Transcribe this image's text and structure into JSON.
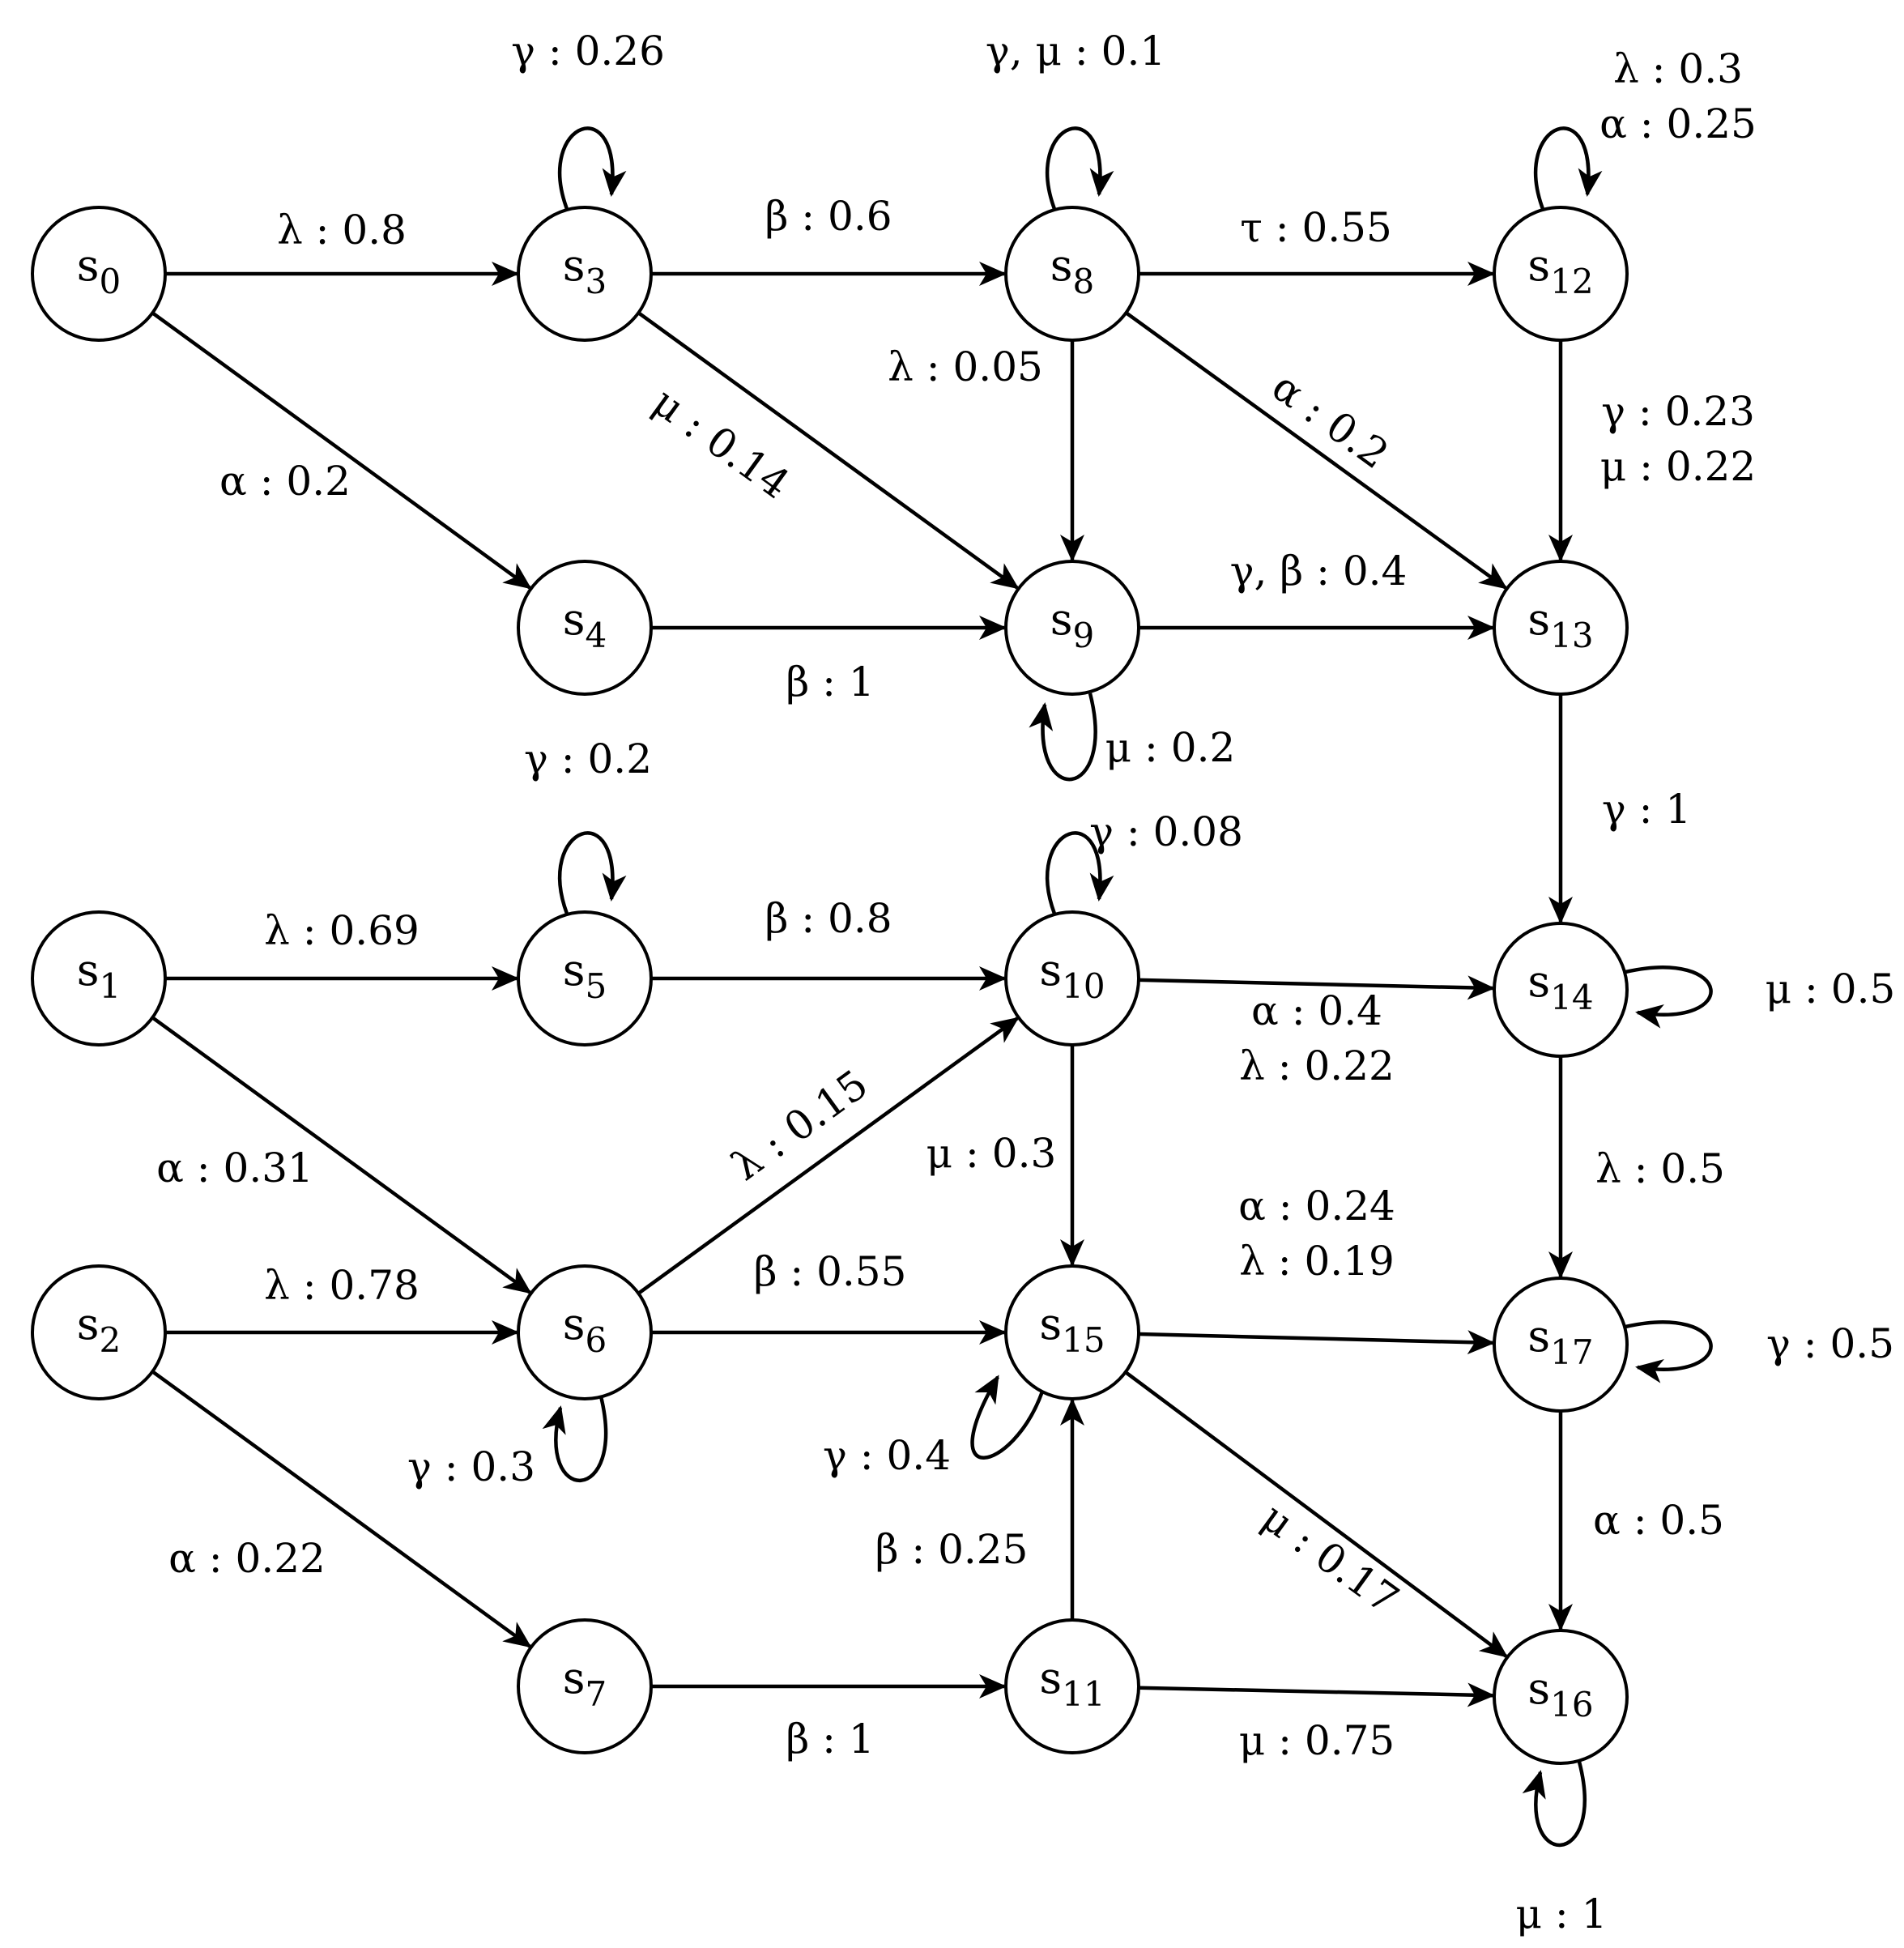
{
  "nodes": [
    {
      "id": "s0",
      "base": "s",
      "sub": "0"
    },
    {
      "id": "s1",
      "base": "s",
      "sub": "1"
    },
    {
      "id": "s2",
      "base": "s",
      "sub": "2"
    },
    {
      "id": "s3",
      "base": "s",
      "sub": "3"
    },
    {
      "id": "s4",
      "base": "s",
      "sub": "4"
    },
    {
      "id": "s5",
      "base": "s",
      "sub": "5"
    },
    {
      "id": "s6",
      "base": "s",
      "sub": "6"
    },
    {
      "id": "s7",
      "base": "s",
      "sub": "7"
    },
    {
      "id": "s8",
      "base": "s",
      "sub": "8"
    },
    {
      "id": "s9",
      "base": "s",
      "sub": "9"
    },
    {
      "id": "s10",
      "base": "s",
      "sub": "10"
    },
    {
      "id": "s11",
      "base": "s",
      "sub": "11"
    },
    {
      "id": "s12",
      "base": "s",
      "sub": "12"
    },
    {
      "id": "s13",
      "base": "s",
      "sub": "13"
    },
    {
      "id": "s14",
      "base": "s",
      "sub": "14"
    },
    {
      "id": "s15",
      "base": "s",
      "sub": "15"
    },
    {
      "id": "s16",
      "base": "s",
      "sub": "16"
    },
    {
      "id": "s17",
      "base": "s",
      "sub": "17"
    }
  ],
  "edges": [
    {
      "from": "s0",
      "to": "s3",
      "lines": [
        "λ : 0.8"
      ]
    },
    {
      "from": "s0",
      "to": "s4",
      "lines": [
        "α : 0.2"
      ]
    },
    {
      "from": "s3",
      "to": "s8",
      "lines": [
        "β : 0.6"
      ]
    },
    {
      "from": "s3",
      "to": "s9",
      "lines": [
        "μ : 0.14"
      ]
    },
    {
      "from": "s4",
      "to": "s9",
      "lines": [
        "β : 1"
      ]
    },
    {
      "from": "s8",
      "to": "s12",
      "lines": [
        "τ : 0.55"
      ]
    },
    {
      "from": "s8",
      "to": "s9",
      "lines": [
        "λ : 0.05"
      ]
    },
    {
      "from": "s8",
      "to": "s13",
      "lines": [
        "α : 0.2"
      ]
    },
    {
      "from": "s9",
      "to": "s13",
      "lines": [
        "γ, β : 0.4"
      ]
    },
    {
      "from": "s12",
      "to": "s13",
      "lines": [
        "γ : 0.23",
        "μ : 0.22"
      ]
    },
    {
      "from": "s13",
      "to": "s14",
      "lines": [
        "γ : 1"
      ]
    },
    {
      "from": "s1",
      "to": "s5",
      "lines": [
        "λ : 0.69"
      ]
    },
    {
      "from": "s1",
      "to": "s6",
      "lines": [
        "α : 0.31"
      ]
    },
    {
      "from": "s2",
      "to": "s6",
      "lines": [
        "λ : 0.78"
      ]
    },
    {
      "from": "s2",
      "to": "s7",
      "lines": [
        "α : 0.22"
      ]
    },
    {
      "from": "s5",
      "to": "s10",
      "lines": [
        "β : 0.8"
      ]
    },
    {
      "from": "s6",
      "to": "s10",
      "lines": [
        "λ : 0.15"
      ]
    },
    {
      "from": "s6",
      "to": "s15",
      "lines": [
        "β : 0.55"
      ]
    },
    {
      "from": "s7",
      "to": "s11",
      "lines": [
        "β : 1"
      ]
    },
    {
      "from": "s10",
      "to": "s14",
      "lines": [
        "α : 0.4",
        "λ : 0.22"
      ]
    },
    {
      "from": "s10",
      "to": "s15",
      "lines": [
        "μ : 0.3"
      ]
    },
    {
      "from": "s11",
      "to": "s15",
      "lines": [
        "β : 0.25"
      ]
    },
    {
      "from": "s11",
      "to": "s16",
      "lines": [
        "μ : 0.75"
      ]
    },
    {
      "from": "s15",
      "to": "s17",
      "lines": [
        "α : 0.24",
        "λ : 0.19"
      ]
    },
    {
      "from": "s15",
      "to": "s16",
      "lines": [
        "μ : 0.17"
      ]
    },
    {
      "from": "s14",
      "to": "s17",
      "lines": [
        "λ : 0.5"
      ]
    },
    {
      "from": "s17",
      "to": "s16",
      "lines": [
        "α : 0.5"
      ]
    }
  ],
  "loops": [
    {
      "node": "s3",
      "lines": [
        "γ : 0.26"
      ]
    },
    {
      "node": "s8",
      "lines": [
        "γ, μ : 0.1"
      ]
    },
    {
      "node": "s12",
      "lines": [
        "λ : 0.3",
        "α : 0.25"
      ]
    },
    {
      "node": "s9",
      "lines": [
        "μ : 0.2"
      ]
    },
    {
      "node": "s5",
      "lines": [
        "γ : 0.2"
      ]
    },
    {
      "node": "s10",
      "lines": [
        "γ : 0.08"
      ]
    },
    {
      "node": "s14",
      "lines": [
        "μ : 0.5"
      ]
    },
    {
      "node": "s6",
      "lines": [
        "γ : 0.3"
      ]
    },
    {
      "node": "s15",
      "lines": [
        "γ : 0.4"
      ]
    },
    {
      "node": "s17",
      "lines": [
        "γ : 0.5"
      ]
    },
    {
      "node": "s16",
      "lines": [
        "μ : 1"
      ]
    }
  ]
}
